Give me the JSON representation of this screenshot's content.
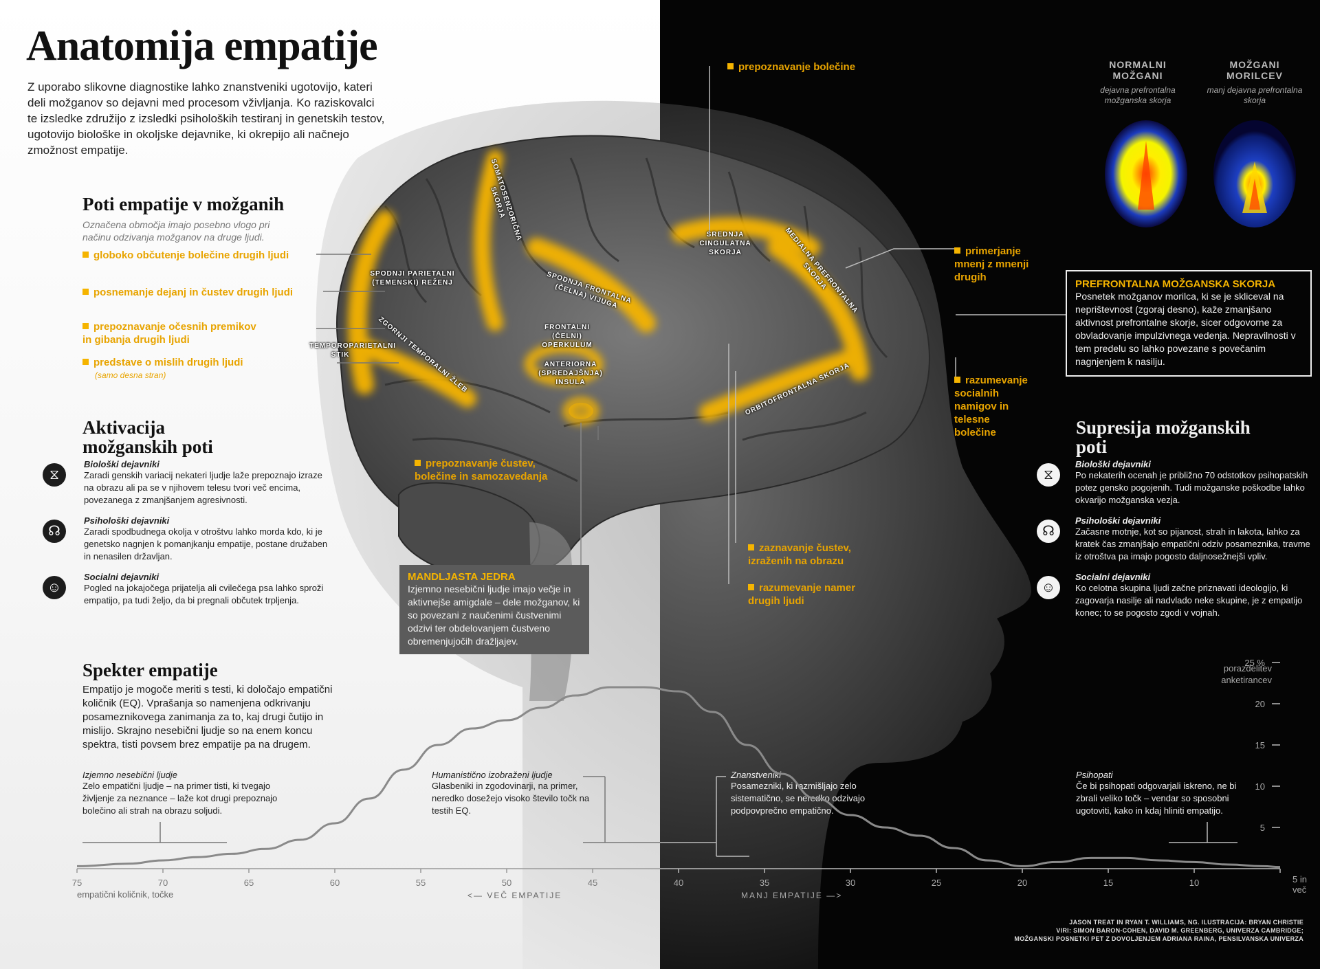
{
  "title": "Anatomija empatije",
  "intro": "Z uporabo slikovne diagnostike lahko znanstveniki ugotovijo, kateri deli možganov so dejavni med procesom vživljanja. Ko raziskovalci te izsledke združijo z izsledki psiholoških testiranj in genetskih testov, ugotovijo biološke in okoljske dejavnike, ki okrepijo ali načnejo zmožnost empatije.",
  "pathways": {
    "heading": "Poti empatije v možganih",
    "subtitle": "Označena območja imajo posebno vlogo pri načinu odzivanja možganov na druge ljudi.",
    "items": [
      "globoko občutenje bolečine drugih ljudi",
      "posnemanje dejanj in čustev drugih ljudi",
      "prepoznavanje očesnih premikov in gibanja drugih ljudi",
      "predstave o mislih drugih ljudi"
    ],
    "note": "(samo desna stran)"
  },
  "brain_labels": {
    "somatosensory": "SOMATOSENZORIČNA SKORJA",
    "parietal": "SPODNJI PARIETALNI (TEMENSKI) REŽENJ",
    "tpj": "TEMPOROPARIETALNI STIK",
    "sts": "ZGORNJI TEMPORALNI ŽLEB",
    "ifg": "SPODNJA FRONTALNA (ČELNA) VIJUGA",
    "operculum": "FRONTALNI (ČELNI) OPERKULUM",
    "insula": "ANTERIORNA (SPREDAJŠNJA) INSULA",
    "cingulate": "SREDNJA CINGULATNA SKORJA",
    "mpfc": "MEDIALNA PREFRONTALNA SKORJA",
    "ofc": "ORBITOFRONTALNA SKORJA"
  },
  "right_labels": {
    "pain_recognition": "prepoznavanje bolečine",
    "opinions": "primerjanje mnenj z mnenji drugih",
    "social_cues": "razumevanje socialnih namigov in telesne bolečine",
    "emotions": "prepoznavanje čustev, bolečine in samozavedanja",
    "faces": "zaznavanje čustev, izraženih na obrazu",
    "intentions": "razumevanje namer drugih ljudi"
  },
  "amygdala": {
    "heading": "MANDLJASTA JEDRA",
    "text": "Izjemno nesebični ljudje imajo večje in aktivnejše amigdale – dele možganov, ki so povezani z naučenimi čustvenimi odzivi ter obdelovanjem čustveno obremenjujočih dražljajev."
  },
  "prefrontal": {
    "heading": "PREFRONTALNA MOŽGANSKA SKORJA",
    "text": "Posnetek možganov morilca, ki se je skliceval na neprištevnost (zgoraj desno), kaže zmanjšano aktivnost prefrontalne skorje, sicer odgovorne za obvladovanje impulzivnega vedenja. Nepravilnosti v tem predelu so lahko povezane s povečanim nagnjenjem k nasilju."
  },
  "scans": [
    {
      "heading": "NORMALNI MOŽGANI",
      "sub": "dejavna prefrontalna možganska skorja"
    },
    {
      "heading": "MOŽGANI MORILCEV",
      "sub": "manj dejavna prefrontalna skorja"
    }
  ],
  "activation": {
    "heading": "Aktivacija možganskih poti",
    "factors": [
      {
        "title": "Biološki dejavniki",
        "text": "Zaradi genskih variacij nekateri ljudje laže prepoznajo izraze na obrazu ali pa se v njihovem telesu tvori več encima, povezanega z zmanjšanjem agresivnosti.",
        "icon": "dna-icon"
      },
      {
        "title": "Psihološki dejavniki",
        "text": "Zaradi spodbudnega okolja v otroštvu lahko morda kdo, ki je genetsko nagnjen k pomanjkanju empatije, postane družaben in nenasilen državljan.",
        "icon": "head-brain-icon"
      },
      {
        "title": "Socialni dejavniki",
        "text": "Pogled na jokajočega prijatelja ali cvilečega psa lahko sproži empatijo, pa tudi željo, da bi pregnali občutek trpljenja.",
        "icon": "people-icon"
      }
    ]
  },
  "suppression": {
    "heading": "Supresija možganskih poti",
    "factors": [
      {
        "title": "Biološki dejavniki",
        "text": "Po nekaterih ocenah je približno 70 odstotkov psihopatskih potez gensko pogojenih. Tudi možganske poškodbe lahko okvarijo možganska vezja.",
        "icon": "dna-icon"
      },
      {
        "title": "Psihološki dejavniki",
        "text": "Začasne motnje, kot so pijanost, strah in lakota, lahko za kratek čas zmanjšajo empatični odziv posameznika, travme iz otroštva pa imajo pogosto daljnosežnejši vpliv.",
        "icon": "head-brain-icon"
      },
      {
        "title": "Socialni dejavniki",
        "text": "Ko celotna skupina ljudi začne priznavati ideologijo, ki zagovarja nasilje ali nadvlado neke skupine, je z empatijo konec; to se pogosto zgodi v vojnah.",
        "icon": "people-icon"
      }
    ]
  },
  "spectrum": {
    "heading": "Spekter empatije",
    "text": "Empatijo je mogoče meriti s testi, ki določajo empatični količnik (EQ). Vprašanja so namenjena odkrivanju posameznikovega zanimanja za to, kaj drugi čutijo in mislijo. Skrajno nesebični ljudje so na enem koncu spektra, tisti povsem brez empatije pa na drugem.",
    "types": [
      {
        "title": "Izjemno nesebični ljudje",
        "text": "Zelo empatični ljudje – na primer tisti, ki tvegajo življenje za neznance – laže kot drugi prepoznajo bolečino ali strah na obrazu soljudi."
      },
      {
        "title": "Humanistično izobraženi ljudje",
        "text": "Glasbeniki in zgodovinarji, na primer, neredko dosežejo visoko število točk na testih EQ."
      },
      {
        "title": "Znanstveniki",
        "text": "Posamezniki, ki razmišljajo zelo sistematično, se neredko odzivajo podpovprečno empatično."
      },
      {
        "title": "Psihopati",
        "text": "Če bi psihopati odgovarjali iskreno, ne bi zbrali veliko točk – vendar so sposobni ugotoviti, kako in kdaj hliniti empatijo."
      }
    ],
    "more_label": "VEČ EMPATIJE",
    "less_label": "MANJ EMPATIJE",
    "x_axis_label": "empatični količnik, točke",
    "y_axis_label": "porazdelitev anketirancev",
    "x_end_label": "5 in več",
    "y_end_label": "25 %"
  },
  "chart_data": {
    "type": "line",
    "title": "",
    "xlabel": "empatični količnik, točke",
    "ylabel": "porazdelitev anketirancev",
    "xlim": [
      75,
      5
    ],
    "ylim": [
      0,
      25
    ],
    "x_ticks": [
      75,
      70,
      65,
      60,
      55,
      50,
      45,
      40,
      35,
      30,
      25,
      20,
      15,
      10,
      5
    ],
    "y_ticks": [
      5,
      10,
      15,
      20,
      25
    ],
    "series": [
      {
        "x": [
          75,
          72,
          70,
          68,
          66,
          64,
          62,
          60,
          58,
          56,
          54,
          52,
          50,
          48,
          46,
          44,
          42,
          40,
          38,
          36,
          34,
          32,
          30,
          28,
          26,
          24,
          22,
          20,
          18,
          16,
          14,
          12,
          10,
          8,
          6,
          5
        ],
        "values": [
          0.3,
          0.6,
          1.0,
          1.4,
          1.8,
          2.4,
          3.5,
          5.5,
          8.5,
          12.0,
          15.0,
          17.0,
          18.0,
          19.5,
          21.0,
          22.0,
          22.0,
          21.5,
          19.0,
          15.0,
          11.5,
          8.5,
          6.5,
          5.0,
          4.0,
          2.5,
          1.0,
          0.3,
          0.8,
          1.3,
          1.3,
          1.0,
          0.8,
          0.5,
          0.3,
          0.2
        ]
      }
    ]
  },
  "credits": [
    "JASON TREAT IN RYAN T. WILLIAMS, NG. ILUSTRACIJA: BRYAN CHRISTIE",
    "VIRI: SIMON BARON-COHEN, DAVID M. GREENBERG, UNIVERZA CAMBRIDGE;",
    "MOŽGANSKI POSNETKI PET Z DOVOLJENJEM ADRIANA RAINA, PENSILVANSKA UNIVERZA"
  ],
  "colors": {
    "accent": "#f5b400",
    "dark_bg": "#050505",
    "brain_grey": "#5a5a5a"
  }
}
